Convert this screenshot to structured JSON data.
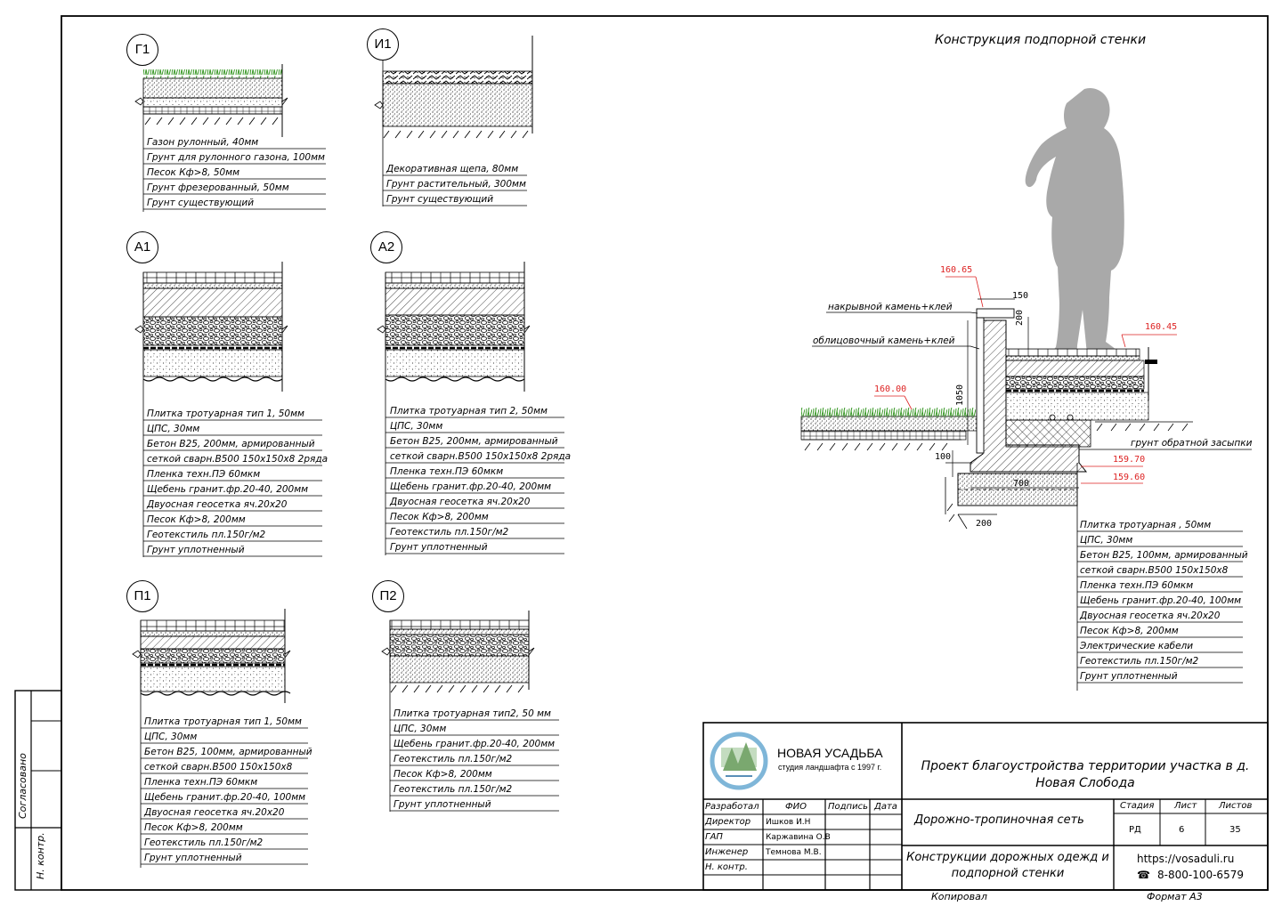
{
  "sheet_title": "Конструкция подпорной стенки",
  "sections": [
    {
      "tag": "Г1",
      "layers": [
        "Газон рулонный, 40мм",
        "Грунт для рулонного газона, 100мм",
        "Песок Кф>8, 50мм",
        "Грунт фрезерованный, 50мм",
        "Грунт существующий"
      ]
    },
    {
      "tag": "И1",
      "layers": [
        "Декоративная щепа, 80мм",
        "Грунт растительный, 300мм",
        "Грунт существующий"
      ]
    },
    {
      "tag": "А1",
      "layers": [
        "Плитка тротуарная тип 1, 50мм",
        "ЦПС, 30мм",
        "Бетон B25, 200мм, армированный",
        "сеткой сварн.B500  150х150х8  2ряда",
        "Пленка техн.ПЭ 60мкм",
        "Щебень гранит.фр.20-40, 200мм",
        "Двуосная геосетка яч.20х20",
        "Песок Кф>8, 200мм",
        "Геотекстиль пл.150г/м2",
        "Грунт уплотненный"
      ]
    },
    {
      "tag": "А2",
      "layers": [
        "Плитка тротуарная тип 2, 50мм",
        "ЦПС, 30мм",
        "Бетон B25, 200мм, армированный",
        "сеткой сварн.B500  150х150х8  2ряда",
        "Пленка техн.ПЭ 60мкм",
        "Щебень гранит.фр.20-40, 200мм",
        "Двуосная геосетка яч.20х20",
        "Песок Кф>8, 200мм",
        "Геотекстиль пл.150г/м2",
        "Грунт уплотненный"
      ]
    },
    {
      "tag": "П1",
      "layers": [
        "Плитка тротуарная тип 1, 50мм",
        "ЦПС, 30мм",
        "Бетон B25, 100мм, армированный",
        "сеткой сварн.B500  150х150х8",
        "Пленка техн.ПЭ 60мкм",
        "Щебень гранит.фр.20-40, 100мм",
        "Двуосная геосетка яч.20х20",
        "Песок Кф>8, 200мм",
        "Геотекстиль пл.150г/м2",
        "Грунт уплотненный"
      ]
    },
    {
      "tag": "П2",
      "layers": [
        "Плитка тротуарная тип2, 50 мм",
        "ЦПС, 30мм",
        "Щебень гранит.фр.20-40, 200мм",
        "Геотекстиль пл.150г/м2",
        "Песок Кф>8, 200мм",
        "Геотекстиль пл.150г/м2",
        "Грунт уплотненный"
      ]
    }
  ],
  "wall": {
    "labels": {
      "cap": "накрывной камень+клей",
      "facing": "облицовочный камень+клей",
      "backfill": "грунт обратной засыпки"
    },
    "elevations": {
      "top": "160.65",
      "right": "160.45",
      "left": "160.00",
      "e1": "159.70",
      "e2": "159.60"
    },
    "dims": {
      "d150": "150",
      "d200v": "200",
      "d1050": "1050",
      "d100": "100",
      "d700": "700",
      "d200h": "200"
    },
    "layers": [
      "Плитка тротуарная , 50мм",
      "ЦПС, 30мм",
      "Бетон B25, 100мм, армированный",
      "сеткой сварн.B500  150х150х8",
      "Пленка техн.ПЭ 60мкм",
      "Щебень гранит.фр.20-40, 100мм",
      "Двуосная геосетка яч.20х20",
      "Песок Кф>8, 200мм",
      "Электрические кабели",
      "Геотекстиль пл.150г/м2",
      "Грунт уплотненный"
    ]
  },
  "side_stamp": {
    "agreed": "Согласовано",
    "n_control": "Н. контр."
  },
  "title_block": {
    "company_name": "НОВАЯ УСАДЬБА",
    "company_sub": "студия ландшафта с 1997 г.",
    "project": "Проект благоустройства территории участка в д. Новая Слобода",
    "section": "Дорожно-тропиночная сеть",
    "sheet_name": "Конструкции дорожных одежд и подпорной стенки",
    "website": "https://vosaduli.ru",
    "phone": "8-800-100-6579",
    "phone_icon": "phone-icon",
    "head": {
      "developed": "Разработал",
      "fio": "ФИО",
      "sign": "Подпись",
      "date": "Дата",
      "stage": "Стадия",
      "sheet": "Лист",
      "sheets": "Листов"
    },
    "rows": [
      {
        "role": "Директор",
        "name": "Ишков И.Н"
      },
      {
        "role": "ГАП",
        "name": "Каржавина О.В"
      },
      {
        "role": "Инженер",
        "name": "Темнова М.В."
      },
      {
        "role": "Н. контр.",
        "name": ""
      }
    ],
    "stage": "РД",
    "sheet": "6",
    "sheets": "35",
    "copied": "Копировал",
    "format": "Формат   А3"
  }
}
